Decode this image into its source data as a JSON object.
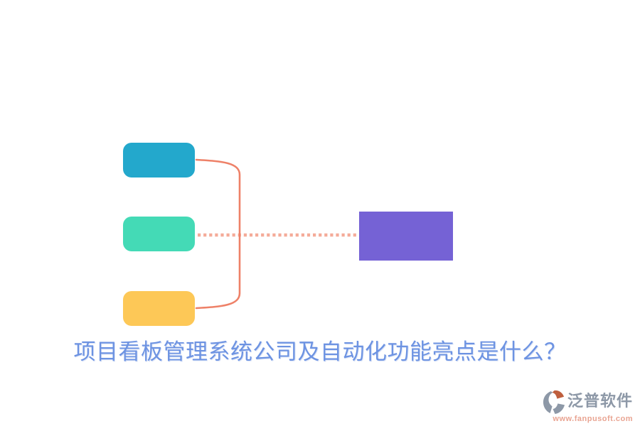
{
  "title": {
    "text": "项目看板管理系统公司及自动化功能亮点是什么？",
    "color": "#6d93e2"
  },
  "diagram": {
    "branch_nodes": [
      {
        "name": "teal-branch",
        "color": "#23a8cc"
      },
      {
        "name": "mint-branch",
        "color": "#44dab6"
      },
      {
        "name": "amber-branch",
        "color": "#fdc857"
      }
    ],
    "root_node": {
      "name": "purple-root",
      "color": "#7562d5"
    },
    "bracket_color": "#ee8168",
    "dotted_link_color": "#f4ab99"
  },
  "watermark": {
    "brand": "泛普软件",
    "url": "www.fanpusoft.com",
    "brand_color": "#8d98a7",
    "url_color": "#e9a492",
    "icon_colors": {
      "gray": "#8d98a7",
      "orange": "#bf5f3e"
    }
  }
}
